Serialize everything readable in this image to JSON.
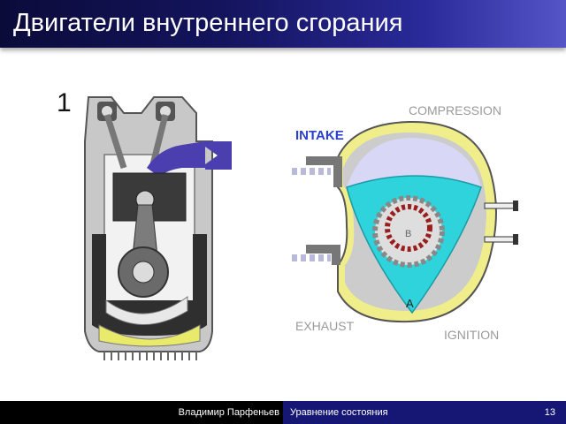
{
  "slide": {
    "title": "Двигатели внутреннего сгорания",
    "step_number": "1"
  },
  "rotary": {
    "label_intake": "INTAKE",
    "label_compression": "COMPRESSION",
    "label_exhaust": "EXHAUST",
    "label_ignition": "IGNITION",
    "label_rotor_a": "A",
    "label_rotor_b": "B"
  },
  "footer": {
    "author": "Владимир Парфеньев",
    "topic": "Уравнение состояния",
    "page": "13"
  },
  "colors": {
    "title_bar": "#14145e",
    "footer_topic": "#161674",
    "intake_arrow": "#4b3fb0",
    "rotor_cyan": "#2ed3dc",
    "housing_yellow": "#f0ee8a",
    "gear_red": "#9b1e1e"
  }
}
